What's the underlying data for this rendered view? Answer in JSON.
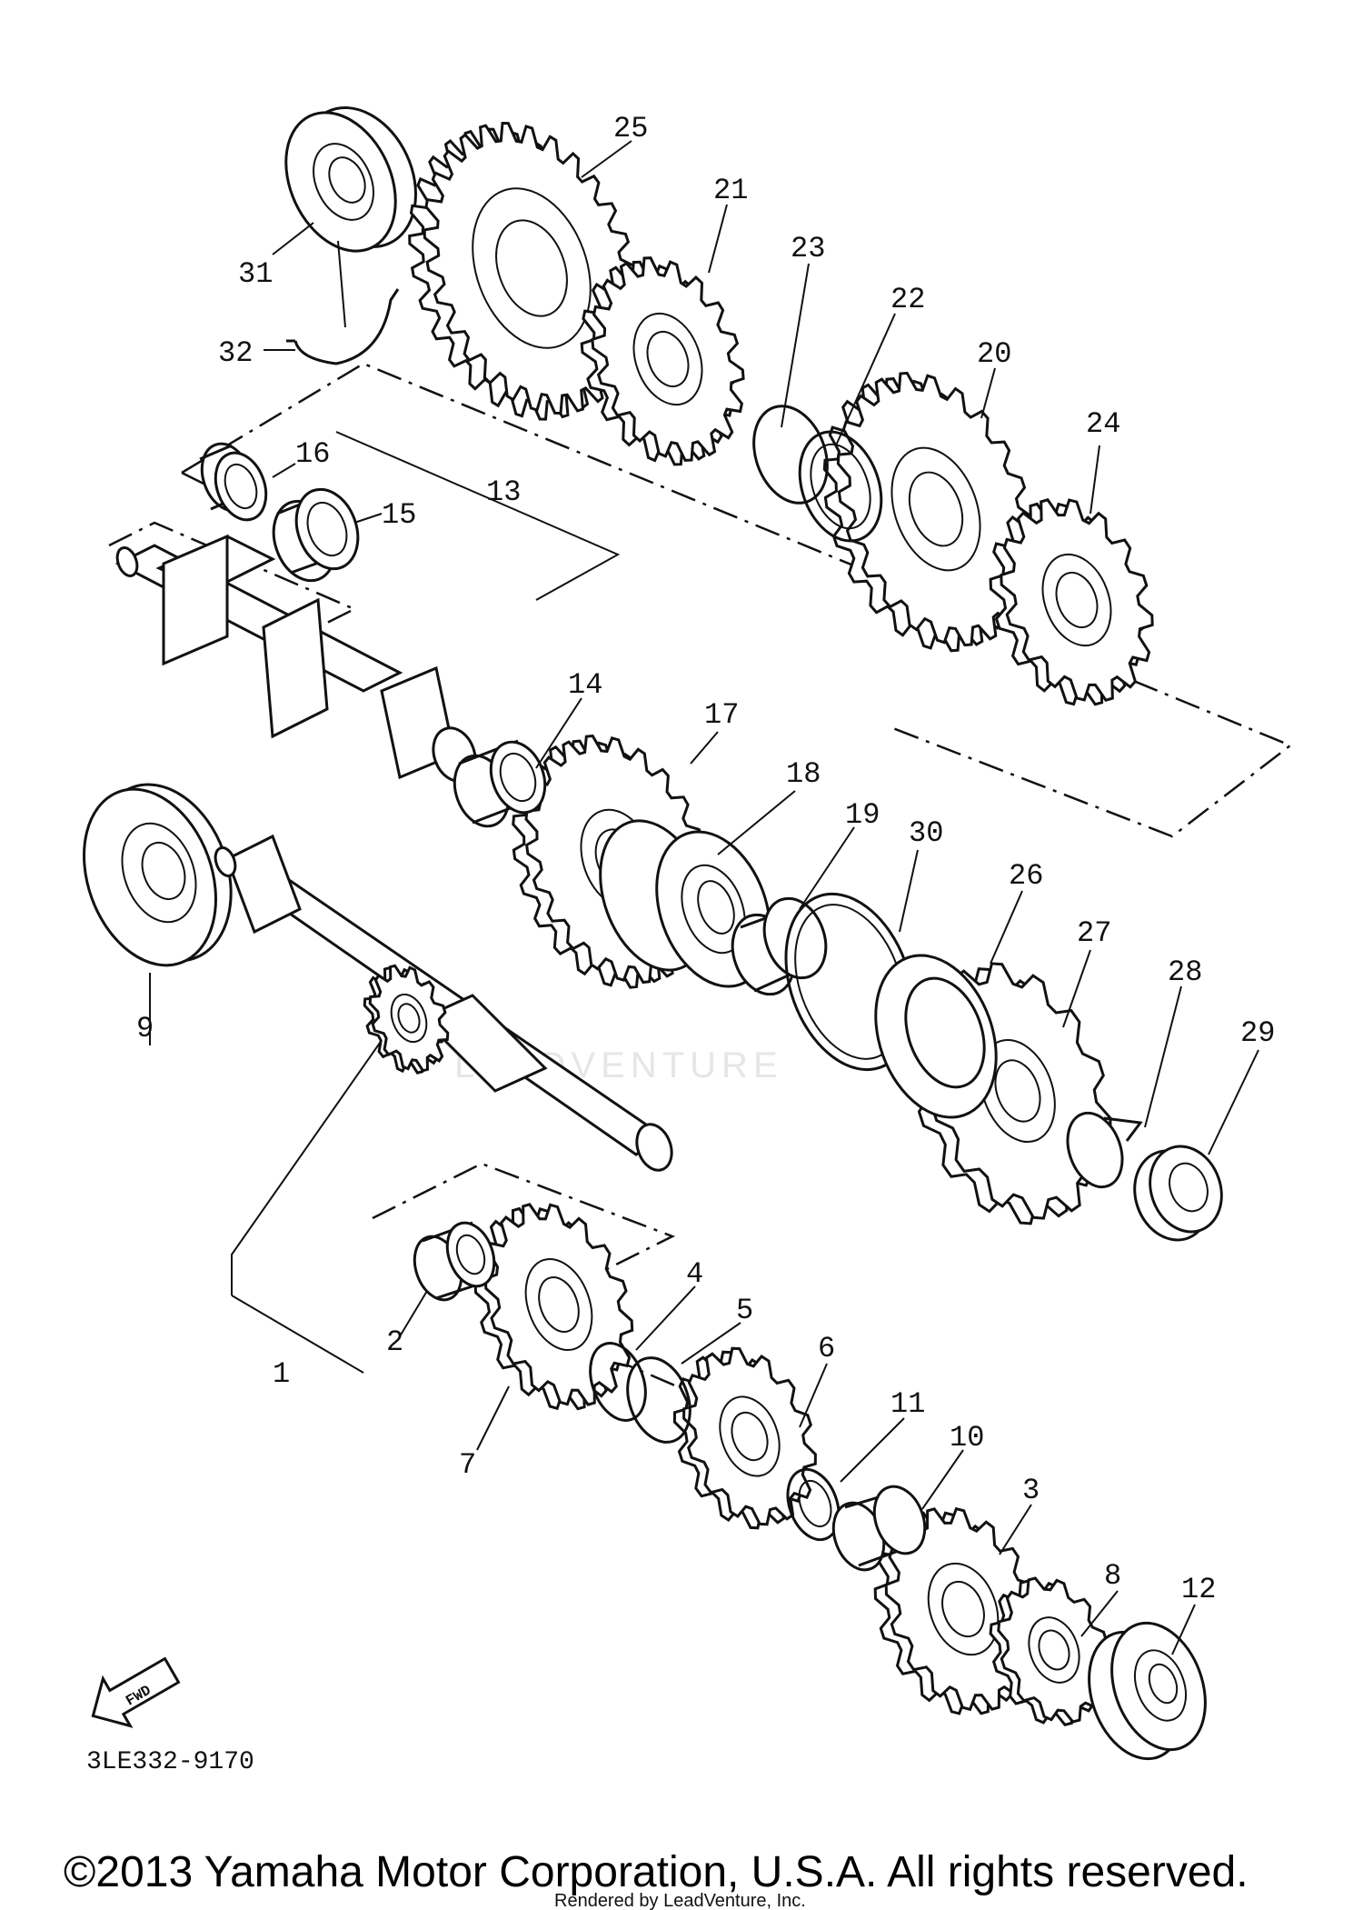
{
  "diagram": {
    "part_code": "3LE332-9170",
    "fwd_label": "FWD",
    "watermark": "LEADVENTURE",
    "callouts": {
      "c1": "1",
      "c2": "2",
      "c3": "3",
      "c4": "4",
      "c5": "5",
      "c6": "6",
      "c7": "7",
      "c8": "8",
      "c9": "9",
      "c10": "10",
      "c11": "11",
      "c12": "12",
      "c13": "13",
      "c14": "14",
      "c15": "15",
      "c16": "16",
      "c17": "17",
      "c18": "18",
      "c19": "19",
      "c20": "20",
      "c21": "21",
      "c22": "22",
      "c23": "23",
      "c24": "24",
      "c25": "25",
      "c26": "26",
      "c27": "27",
      "c28": "28",
      "c29": "29",
      "c30": "30",
      "c31": "31",
      "c32": "32"
    }
  },
  "footer": {
    "copyright": "©2013 Yamaha Motor Corporation, U.S.A. All rights reserved.",
    "rendered_by": "Rendered by LeadVenture, Inc."
  }
}
